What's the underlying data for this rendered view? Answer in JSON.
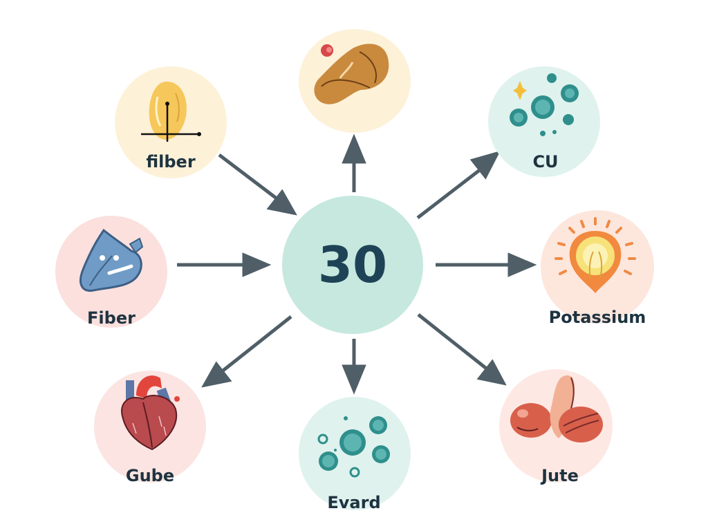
{
  "diagram": {
    "center": {
      "value": "30",
      "fill": "#c6e8df",
      "text_color": "#1f4356"
    },
    "arrow_color": "#4f5e67",
    "nodes": [
      {
        "id": "top-left",
        "label": "filber",
        "icon": "yellow-seed-icon",
        "fill": "#fdf1d8",
        "arrow": "inbound"
      },
      {
        "id": "top",
        "label": "",
        "icon": "almond-nut-icon",
        "fill": "#fdf1d8",
        "arrow": "outbound"
      },
      {
        "id": "top-right",
        "label": "CU",
        "icon": "teal-bubbles-icon",
        "fill": "#dff2ee",
        "arrow": "outbound"
      },
      {
        "id": "left",
        "label": "Fiber",
        "icon": "blue-leaf-bag-icon",
        "fill": "#fbe0dd",
        "arrow": "inbound"
      },
      {
        "id": "right",
        "label": "Potassium",
        "icon": "glowing-bulb-icon",
        "fill": "#fde6dc",
        "arrow": "outbound"
      },
      {
        "id": "bottom-left",
        "label": "Gube",
        "icon": "heart-icon",
        "fill": "#fbe4e1",
        "arrow": "outbound"
      },
      {
        "id": "bottom",
        "label": "Evard",
        "icon": "teal-bubbles-icon",
        "fill": "#dff2ee",
        "arrow": "outbound"
      },
      {
        "id": "bottom-right",
        "label": "Jute",
        "icon": "beans-icon",
        "fill": "#fde8e4",
        "arrow": "outbound"
      }
    ]
  }
}
